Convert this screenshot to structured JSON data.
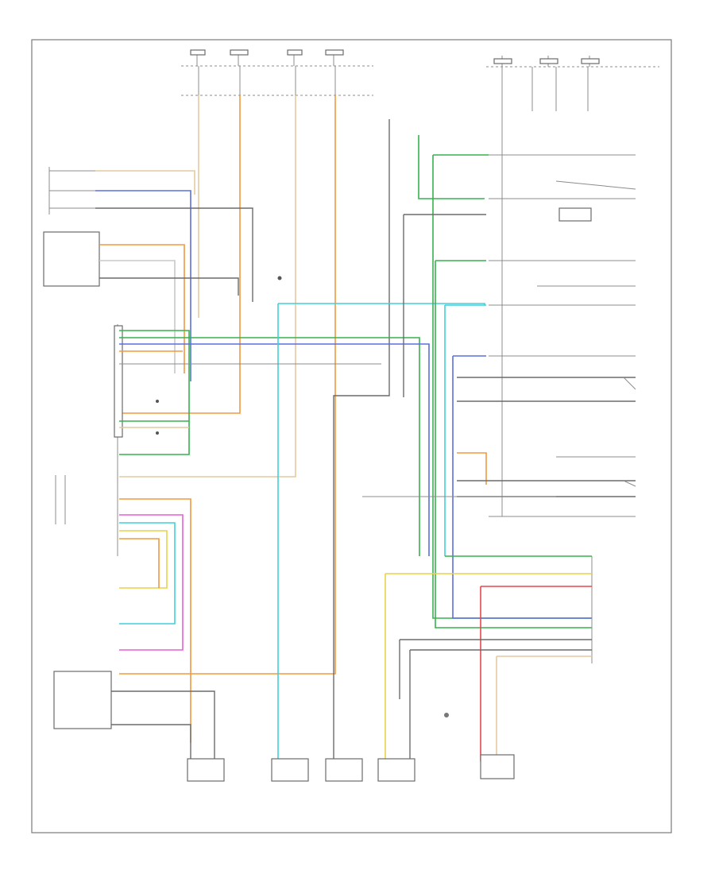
{
  "diagram": {
    "footer_code": "",
    "wire_colors": {
      "yellow": "#e8d24a",
      "blue": "#5b6fe0",
      "orange": "#f29a3c",
      "green": "#37b24d",
      "cyan": "#3fd1d8",
      "pink": "#e85fd6",
      "red": "#e8474f",
      "tan": "#e6c9a0",
      "black": "#666666",
      "lightgray": "#c8c8c8"
    },
    "components": [
      {
        "id": "blower-motor",
        "label": ""
      },
      {
        "id": "cooling-fan-left",
        "label": ""
      },
      {
        "id": "cooling-fan-right",
        "label": ""
      },
      {
        "id": "pressure-sensor",
        "label": ""
      },
      {
        "id": "evaporator-sensor",
        "label": ""
      },
      {
        "id": "ac-compressor",
        "label": ""
      },
      {
        "id": "hvac-control-module",
        "label": ""
      },
      {
        "id": "seat-switch",
        "label": ""
      },
      {
        "id": "relay-cluster",
        "label": ""
      }
    ]
  }
}
